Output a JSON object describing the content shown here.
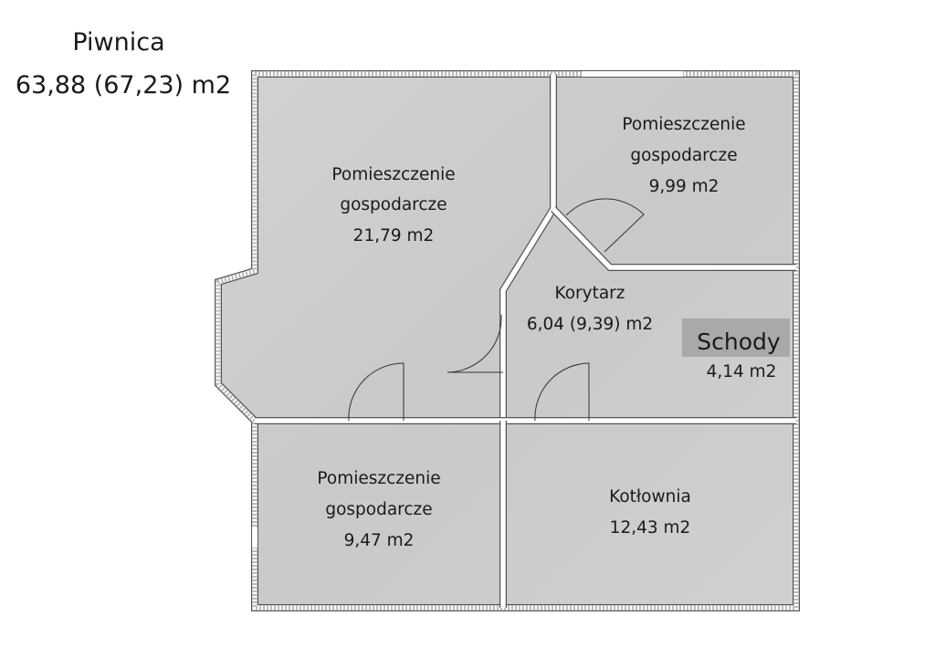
{
  "floor": {
    "title": "Piwnica",
    "area": "63,88 (67,23) m2"
  },
  "rooms": [
    {
      "name": "Pomieszczenie",
      "name2": "gospodarcze",
      "area": "21,79 m2"
    },
    {
      "name": "Pomieszczenie",
      "name2": "gospodarcze",
      "area": "9,99 m2"
    },
    {
      "name": "Korytarz",
      "area": "6,04 (9,39) m2"
    },
    {
      "name": "Schody",
      "area": "4,14 m2"
    },
    {
      "name": "Pomieszczenie",
      "name2": "gospodarcze",
      "area": "9,47 m2"
    },
    {
      "name": "Kotłownia",
      "area": "12,43 m2"
    }
  ],
  "colors": {
    "floor": "#cfcfcf",
    "wall": "#555555",
    "stairs_label_bg": "#a9a9a9"
  }
}
